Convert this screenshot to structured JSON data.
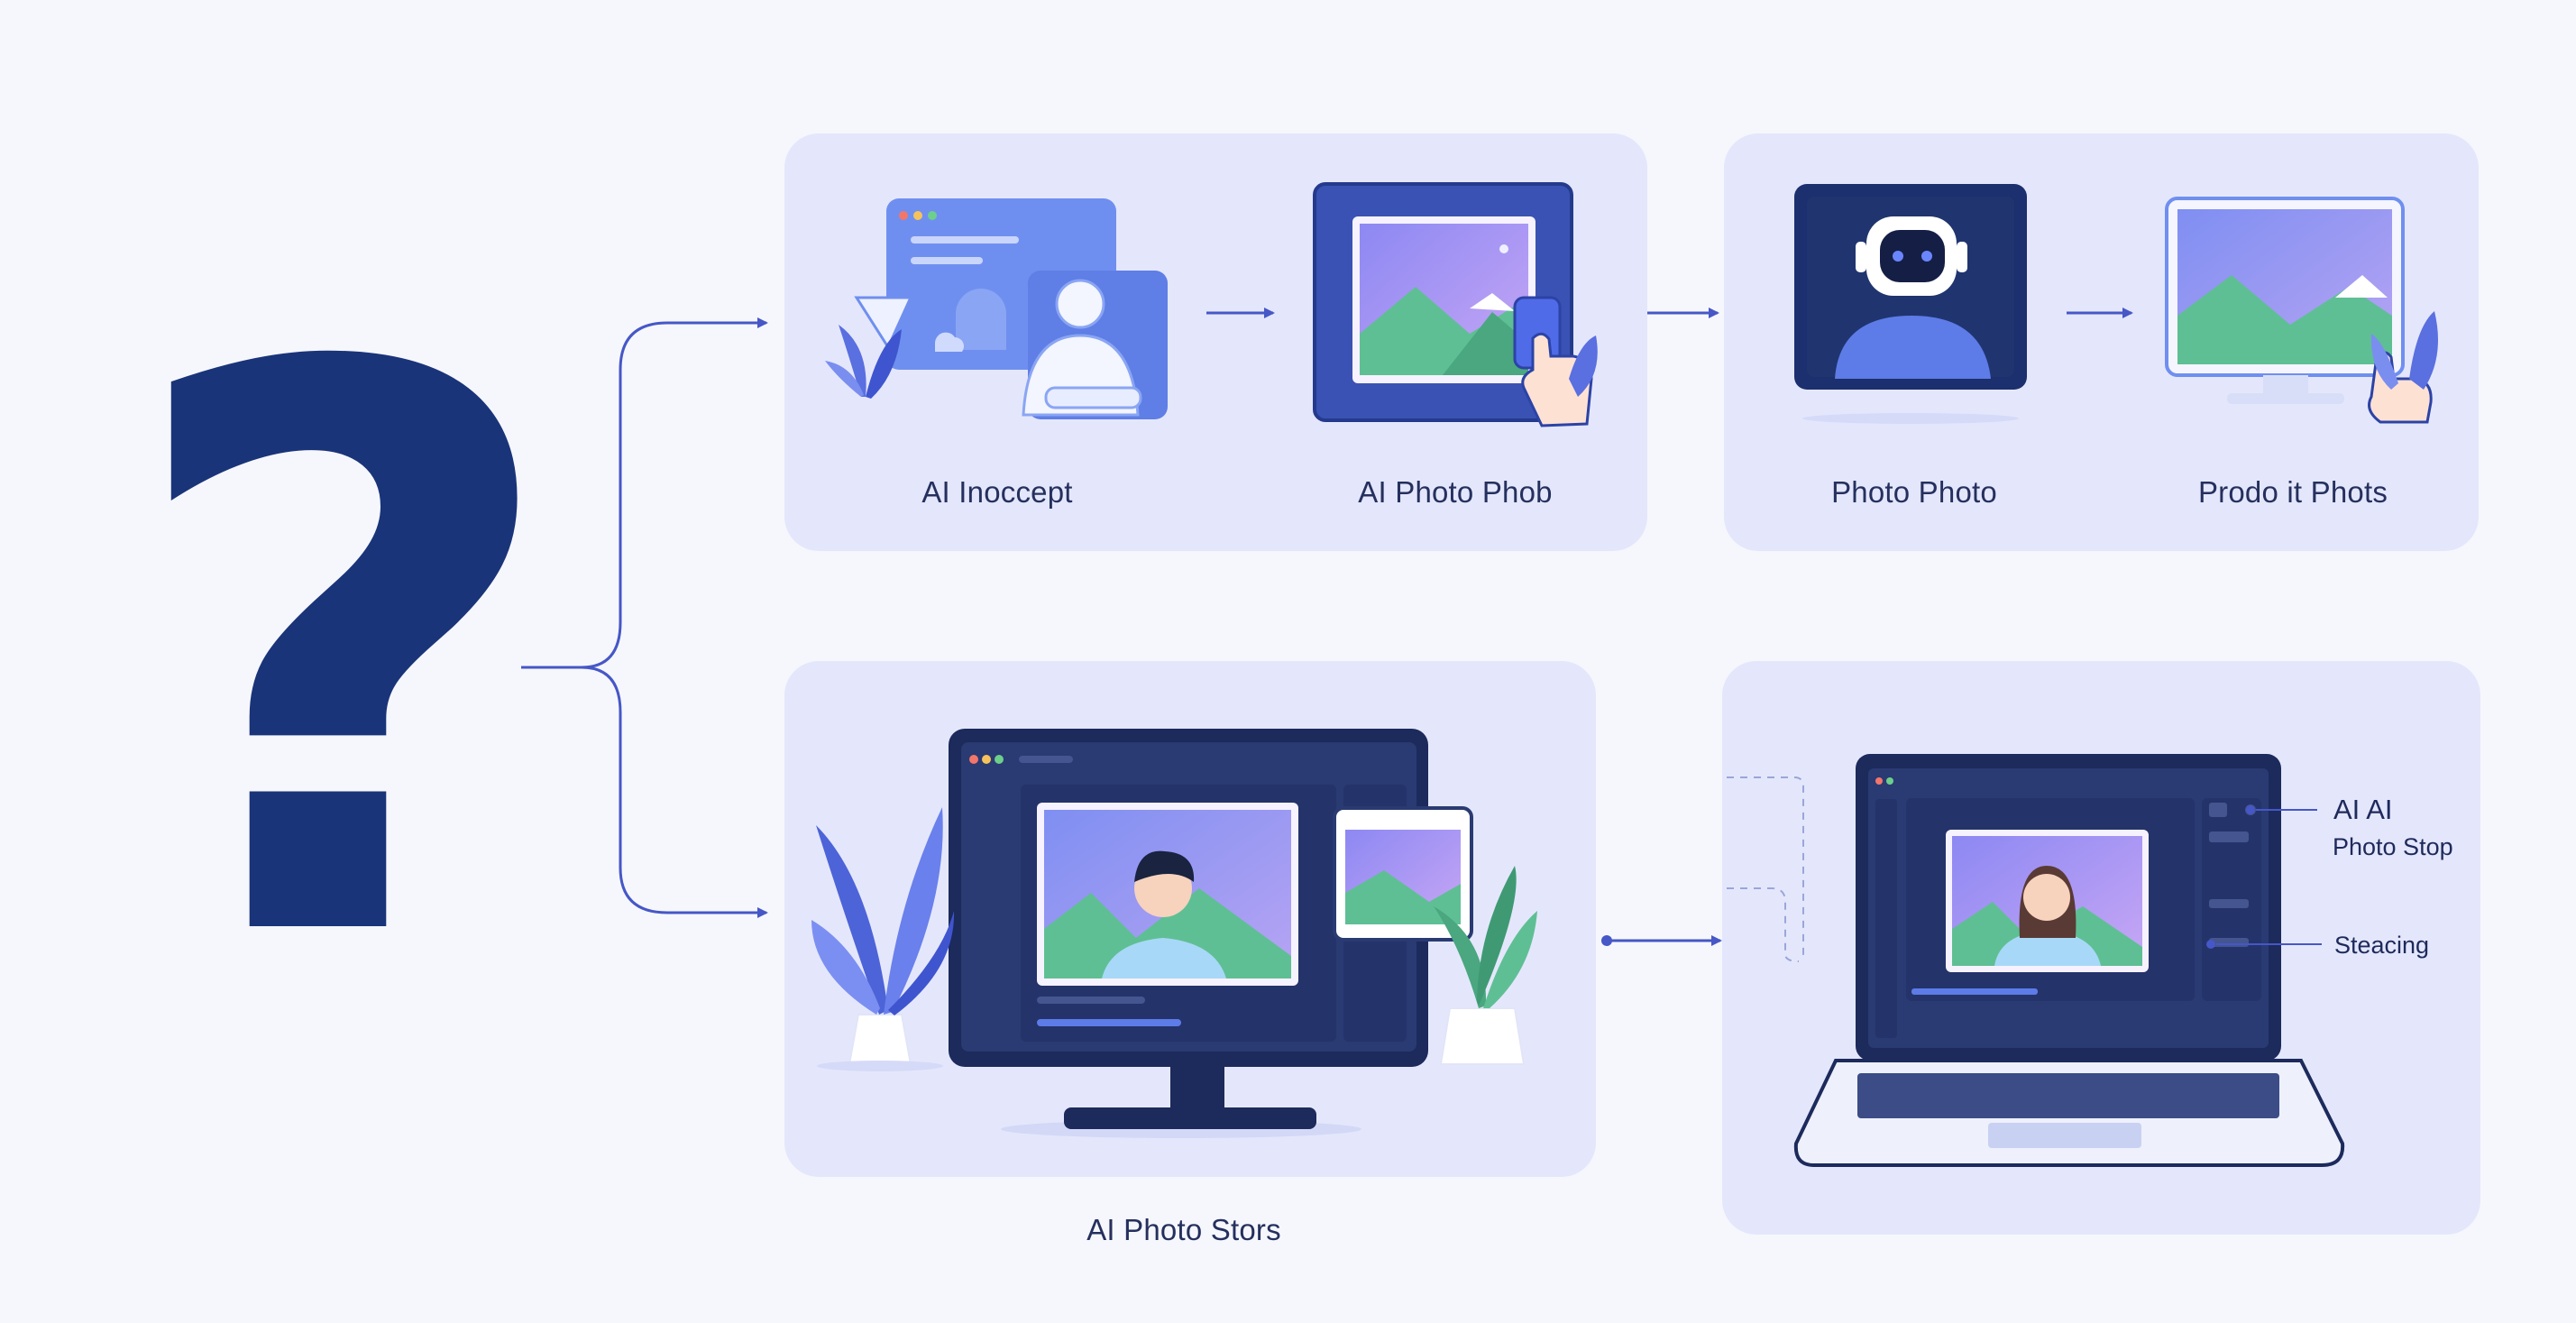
{
  "question_mark": "?",
  "colors": {
    "background": "#f6f7fc",
    "panel": "#e4e7fb",
    "navy": "#1a3479",
    "connector": "#4657c7",
    "accent_purple": "#a38cf0",
    "accent_green": "#5fbf94"
  },
  "top_left_panel": {
    "step1": {
      "label": "AI Inoccept",
      "icon": "ai-assistant-window-icon"
    },
    "step2": {
      "label": "AI Photo Phob",
      "icon": "photo-frame-touch-icon"
    }
  },
  "top_right_panel": {
    "step1": {
      "label": "Photo Photo",
      "icon": "robot-person-portrait-icon"
    },
    "step2": {
      "label": "Prodo it Phots",
      "icon": "monitor-landscape-touch-icon"
    }
  },
  "bottom_left_panel": {
    "caption": "AI Photo Stors",
    "icon": "desktop-photo-editor-icon"
  },
  "bottom_right_panel": {
    "callout_title": "AI AI",
    "callout_subtitle": "Photo Stop",
    "callout_setting": "Steacing",
    "icon": "laptop-photo-editor-icon"
  }
}
